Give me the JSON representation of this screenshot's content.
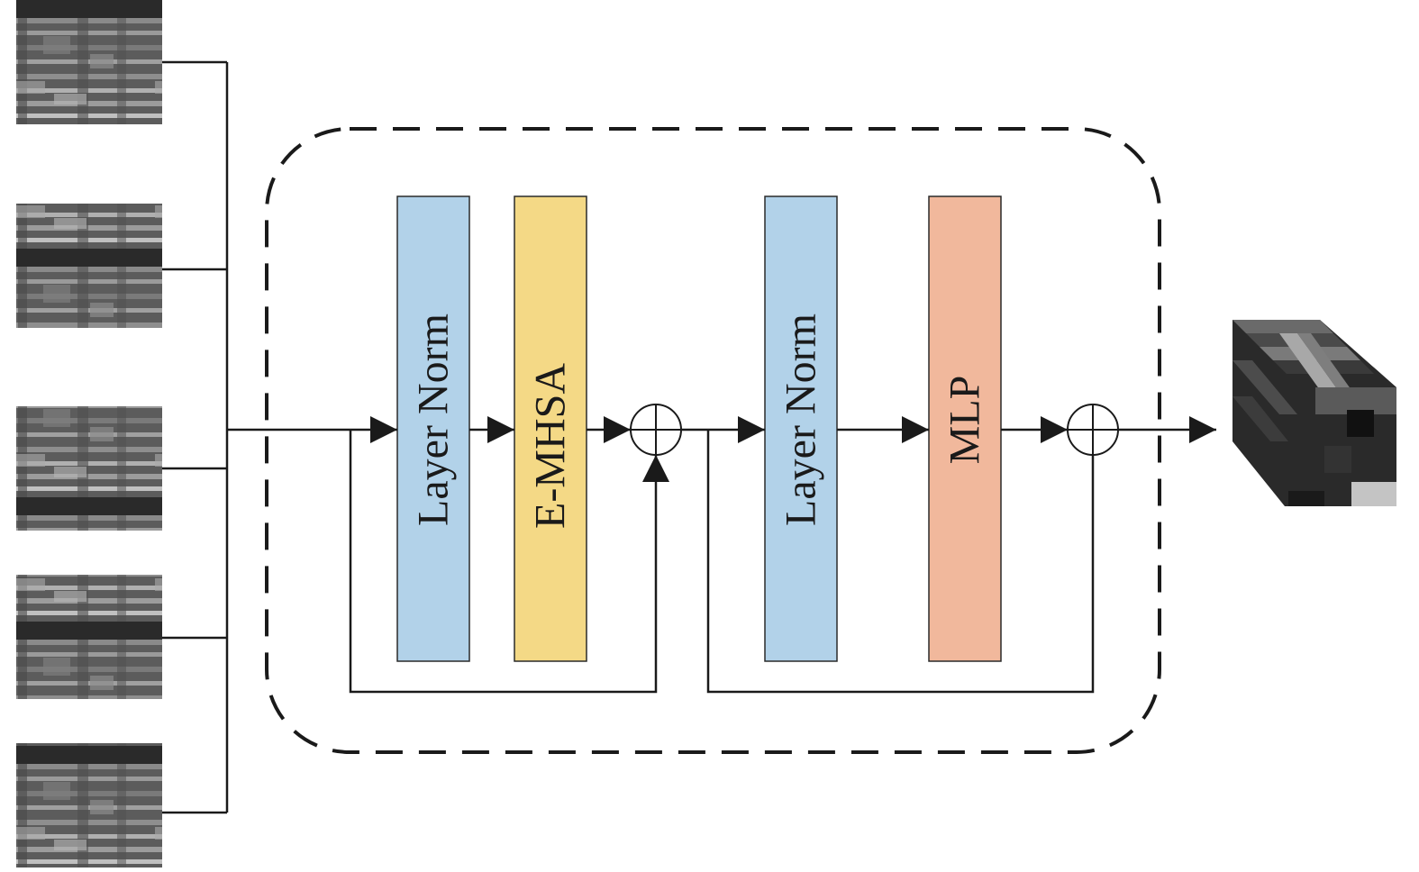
{
  "blocks": {
    "layer_norm_1": {
      "label": "Layer Norm",
      "color": "#b2d2e9"
    },
    "e_mhsa": {
      "label": "E-MHSA",
      "color": "#f4d986"
    },
    "layer_norm_2": {
      "label": "Layer Norm",
      "color": "#b2d2e9"
    },
    "mlp": {
      "label": "MLP",
      "color": "#f1b89c"
    }
  },
  "input_patches": {
    "count": 5,
    "texture": "grayscale-spectrogram"
  },
  "output": {
    "texture": "stacked-grayscale-feature-maps"
  },
  "operators": {
    "residual_add": "circle-plus-icon"
  }
}
